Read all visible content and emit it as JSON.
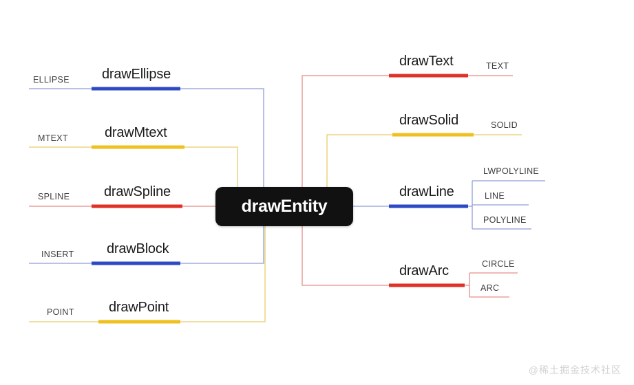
{
  "watermark": "@稀土掘金技术社区",
  "center": {
    "label": "drawEntity"
  },
  "colors": {
    "blue": "#2e49c4",
    "yellow": "#efc01e",
    "red": "#e03127",
    "blue_thin": "#8f9dd6",
    "yellow_thin": "#e8cc6a",
    "red_thin": "#e58e88",
    "node_bg": "#111111",
    "node_text": "#ffffff",
    "label_text": "#1a1a1a",
    "leaf_text": "#3d3d3d",
    "background": "#ffffff",
    "watermark": "#d2d2d2"
  },
  "branches": {
    "left": [
      {
        "name": "drawEllipse",
        "leaf": "ELLIPSE",
        "color": "blue"
      },
      {
        "name": "drawMtext",
        "leaf": "MTEXT",
        "color": "yellow"
      },
      {
        "name": "drawSpline",
        "leaf": "SPLINE",
        "color": "red"
      },
      {
        "name": "drawBlock",
        "leaf": "INSERT",
        "color": "blue"
      },
      {
        "name": "drawPoint",
        "leaf": "POINT",
        "color": "yellow"
      }
    ],
    "right": [
      {
        "name": "drawText",
        "color": "red",
        "leaves": [
          "TEXT"
        ]
      },
      {
        "name": "drawSolid",
        "color": "yellow",
        "leaves": [
          "SOLID"
        ]
      },
      {
        "name": "drawLine",
        "color": "blue",
        "leaves": [
          "LWPOLYLINE",
          "LINE",
          "POLYLINE"
        ]
      },
      {
        "name": "drawArc",
        "color": "red",
        "leaves": [
          "CIRCLE",
          "ARC"
        ]
      }
    ]
  }
}
